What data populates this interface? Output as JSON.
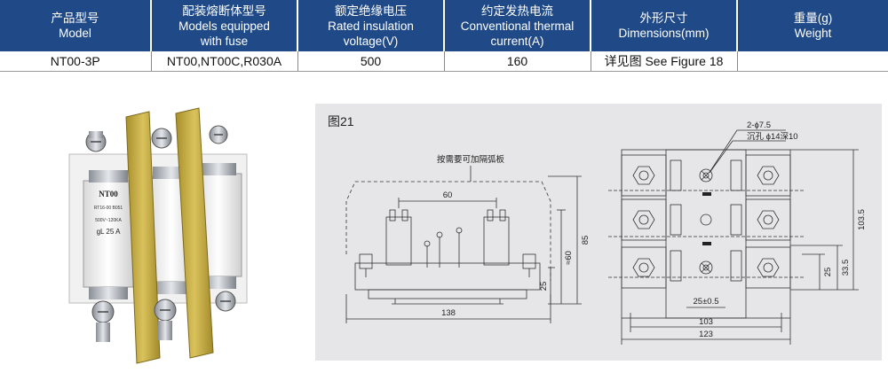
{
  "table": {
    "headers": [
      {
        "zh": "产品型号",
        "en": "Model"
      },
      {
        "zh": "配装熔断体型号",
        "en1": "Models equipped",
        "en2": "with fuse"
      },
      {
        "zh": "额定绝缘电压",
        "en1": "Rated insulation",
        "en2": "voltage(V)"
      },
      {
        "zh": "约定发热电流",
        "en1": "Conventional thermal",
        "en2": "current(A)"
      },
      {
        "zh": "外形尺寸",
        "en": "Dimensions(mm)"
      },
      {
        "zh": "重量(g)",
        "en": "Weight"
      }
    ],
    "row": {
      "model": "NT00-3P",
      "fuse_models": "NT00,NT00C,R030A",
      "voltage": "500",
      "current": "160",
      "dimensions": "详见图 See Figure 18",
      "weight": ""
    }
  },
  "photo": {
    "fuse_brand": "NT00",
    "fuse_type": "RT16-00 B051",
    "fuse_rating": "gL 25 A",
    "fuse_voltage": "500V~120KA"
  },
  "drawing": {
    "figure_label": "图21",
    "side_view": {
      "note": "按需要可加隔弧板",
      "dim_width": "60",
      "dim_total_width": "138",
      "dim_height_85": "85",
      "dim_height_60": "≈60",
      "dim_25": "25"
    },
    "top_view": {
      "holes": "2-ϕ7.5",
      "counterbore": "沉孔 ϕ14深10",
      "dim_25_tol": "25±0.5",
      "dim_103": "103",
      "dim_123": "123",
      "dim_103_5": "103.5",
      "dim_33_5": "33.5",
      "dim_25": "25"
    }
  },
  "colors": {
    "header_bg": "#1f4a87",
    "panel_bg": "#e6e6e8",
    "barrier_yellow": "#c9b14a"
  }
}
